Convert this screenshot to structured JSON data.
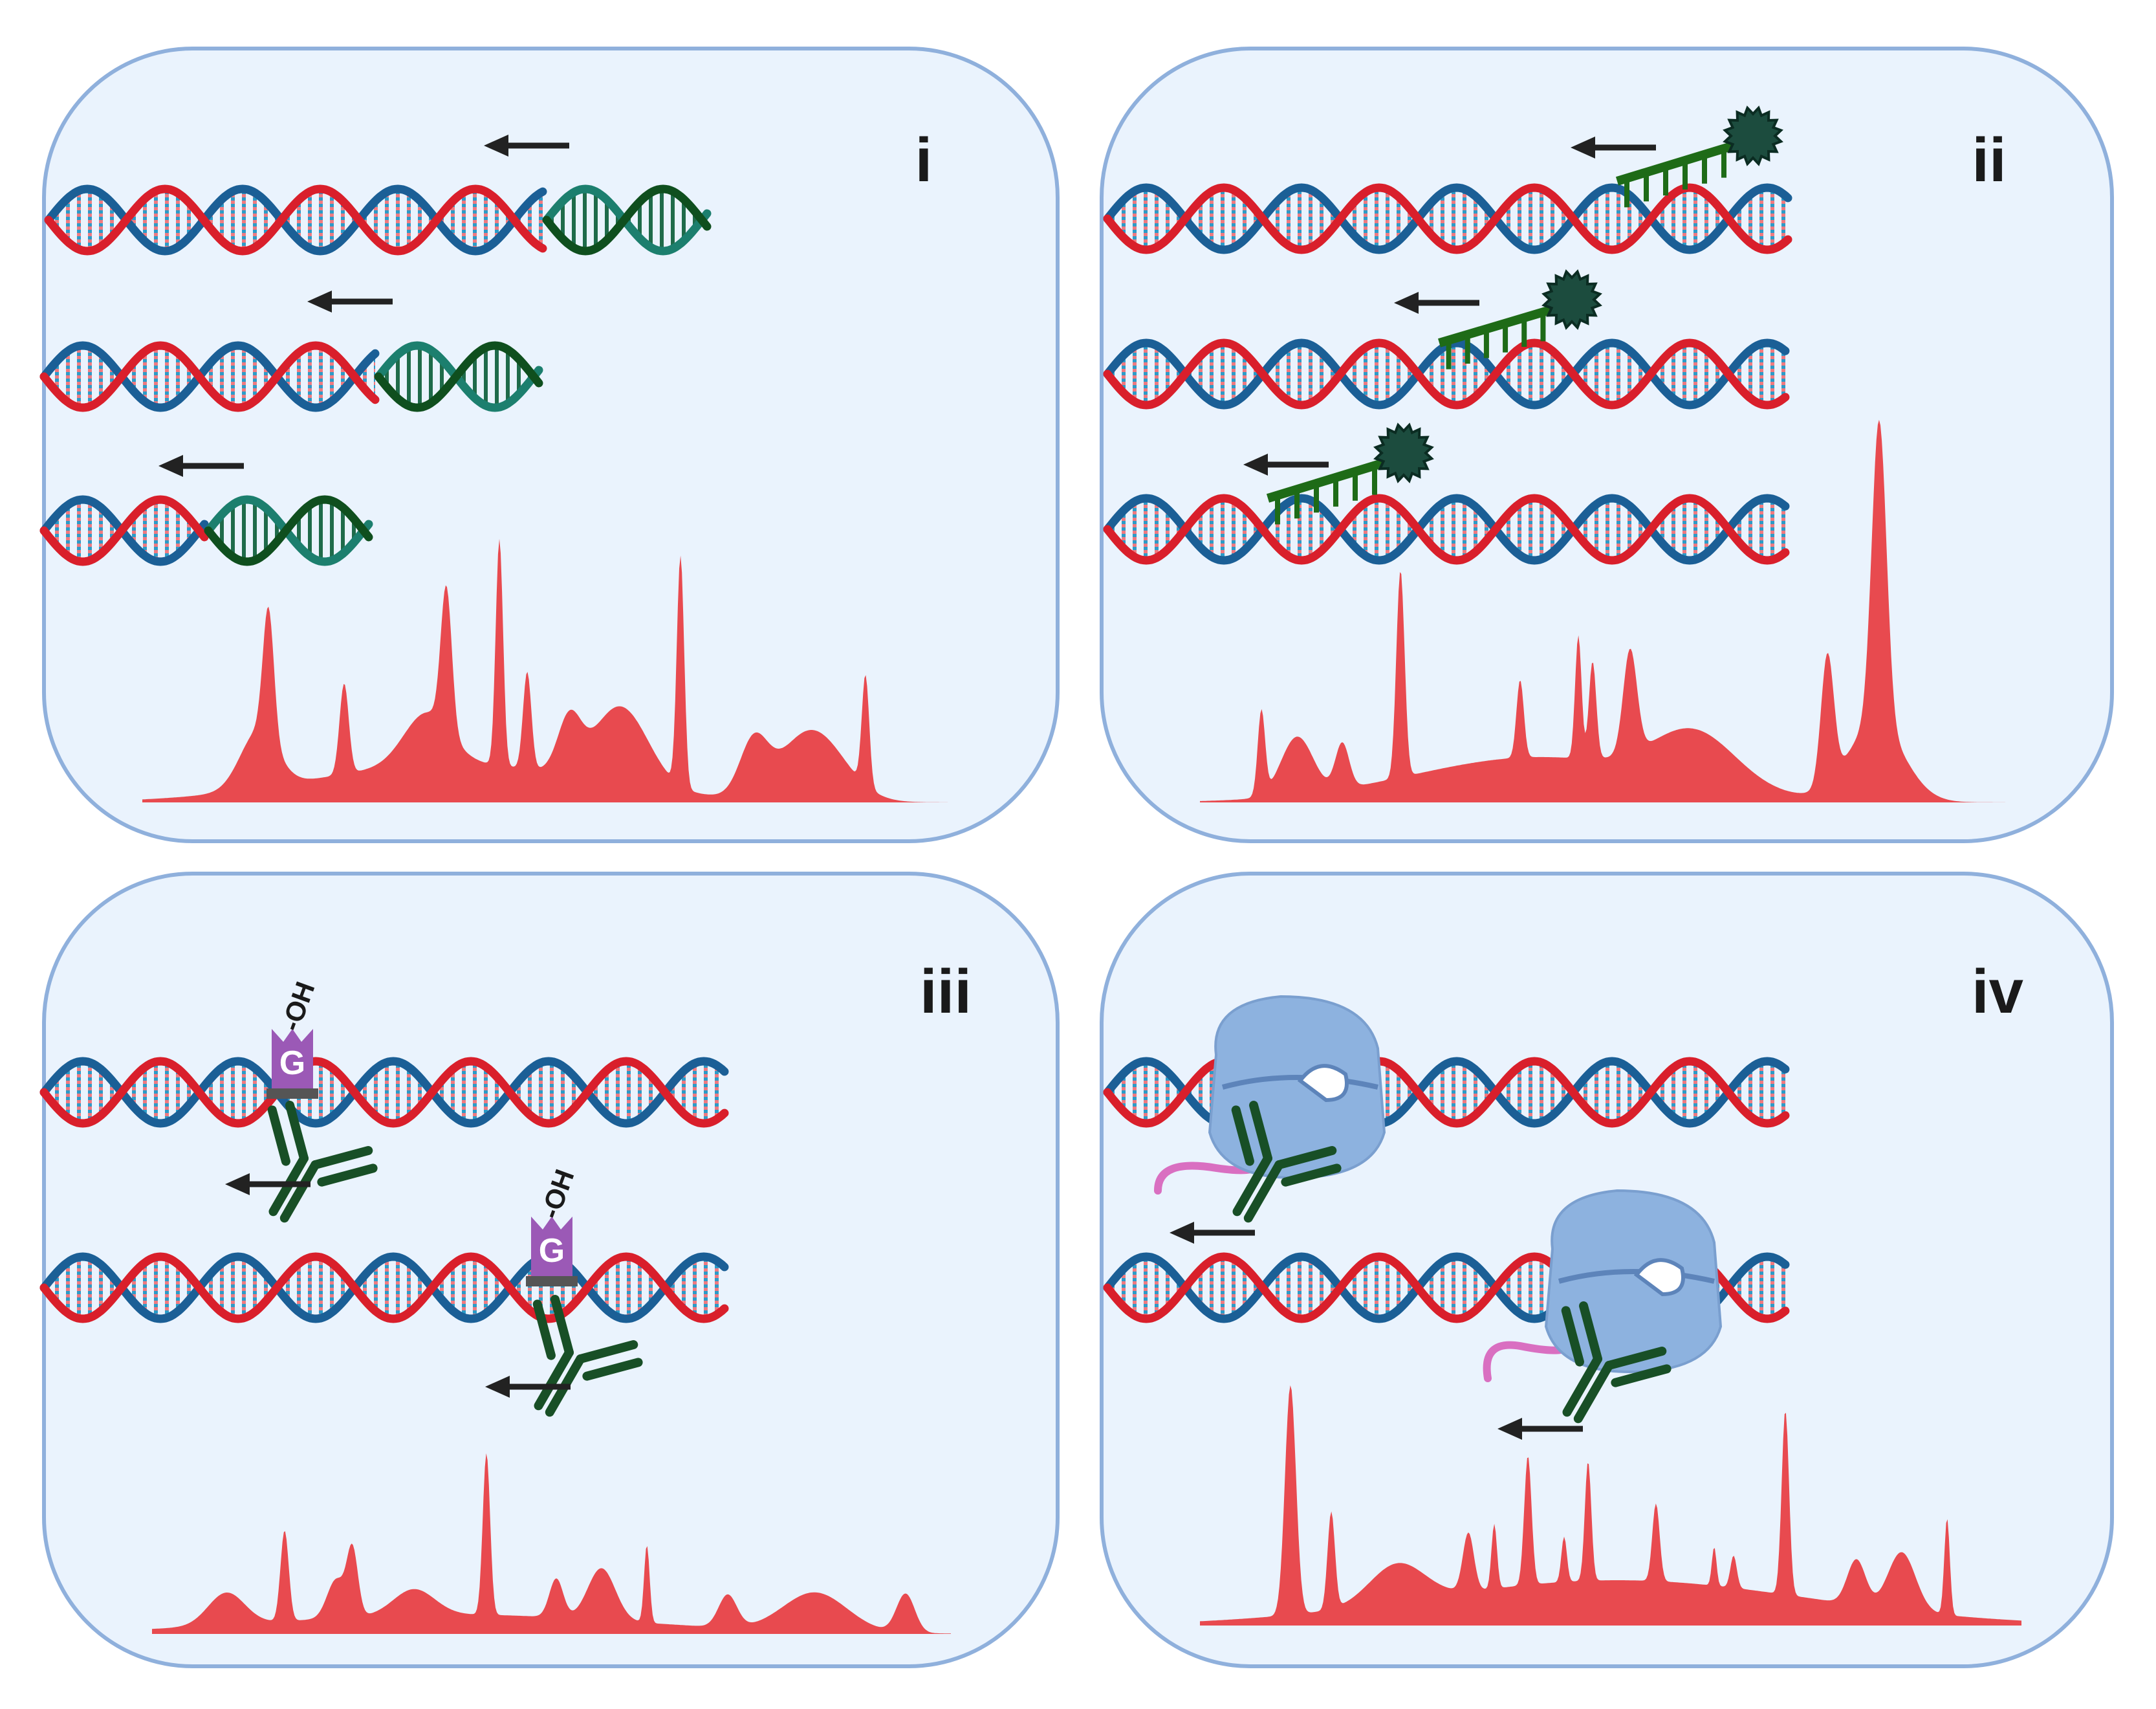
{
  "colors": {
    "panel_fill": "#eaf3fd",
    "panel_border": "#8fb0dc",
    "strand_red": "#d91f2b",
    "strand_blue": "#1b5f96",
    "rung_red": "#f07a80",
    "rung_blue": "#2c9bc8",
    "primer_dark": "#0f4f1e",
    "primer_teal": "#1c7f6e",
    "probe_green": "#1e6b17",
    "probe_ball": "#1c4c3e",
    "antibody": "#184f26",
    "guanine": "#9b59b6",
    "guanine_base": "#555555",
    "polymerase": "#8db2df",
    "rna_pink": "#d96fc1",
    "arrow": "#222222",
    "trace": "#e84a4f"
  },
  "panels": [
    {
      "id": "i",
      "label": "i",
      "icon": "primer-extension-icon"
    },
    {
      "id": "ii",
      "label": "ii",
      "icon": "probe-binding-icon"
    },
    {
      "id": "iii",
      "label": "iii",
      "icon": "antibody-binding-icon"
    },
    {
      "id": "iv",
      "label": "iv",
      "icon": "polymerase-binding-icon"
    }
  ],
  "modification": {
    "base": "G",
    "group": "-OH"
  }
}
